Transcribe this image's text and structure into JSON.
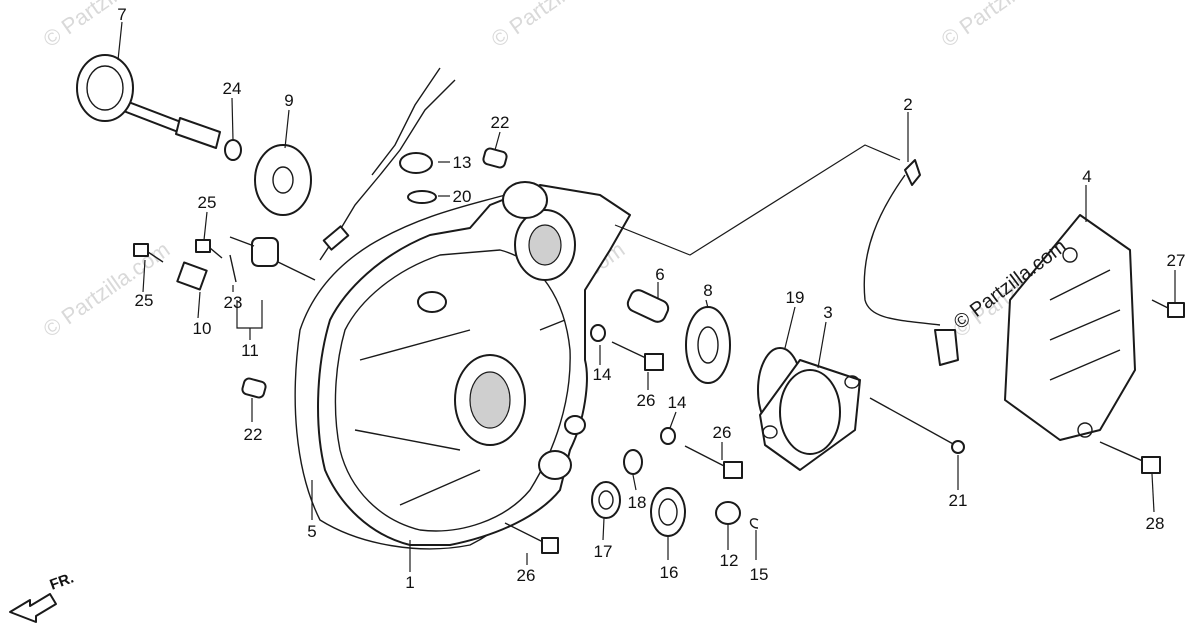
{
  "watermarks": [
    "© Partzilla.com",
    "© Partzilla.com",
    "© Partzilla.com",
    "© Partzilla.com",
    "© Partzilla.com",
    "© Partzilla.com"
  ],
  "brand_mark": "© Partzilla.com",
  "front_indicator": "FR.",
  "callouts": {
    "c1": "1",
    "c2": "2",
    "c3": "3",
    "c4": "4",
    "c5": "5",
    "c6": "6",
    "c7": "7",
    "c8": "8",
    "c9": "9",
    "c10": "10",
    "c11": "11",
    "c12": "12",
    "c13": "13",
    "c14a": "14",
    "c14b": "14",
    "c15": "15",
    "c16": "16",
    "c17": "17",
    "c18": "18",
    "c19": "19",
    "c20": "20",
    "c21": "21",
    "c22a": "22",
    "c22b": "22",
    "c23": "23",
    "c24": "24",
    "c25a": "25",
    "c25b": "25",
    "c26a": "26",
    "c26b": "26",
    "c26c": "26",
    "c27": "27",
    "c28": "28"
  }
}
